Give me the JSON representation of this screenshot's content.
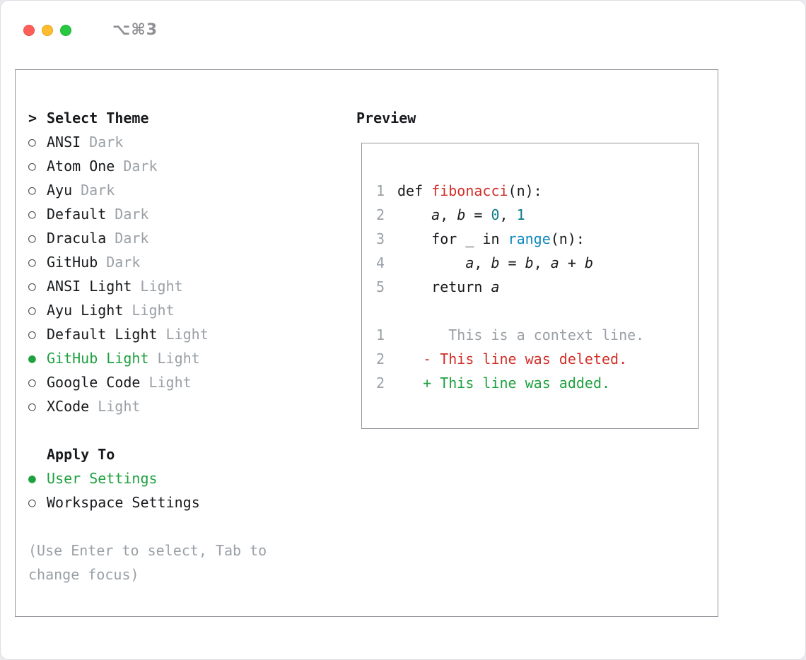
{
  "titlebar": {
    "shortcut": "⌥⌘3"
  },
  "glyphs": {
    "prompt": ">",
    "radio_unselected": "○",
    "radio_selected": "●"
  },
  "theme_picker": {
    "title": "Select Theme",
    "items": [
      {
        "name": "ANSI",
        "variant": "Dark",
        "selected": false
      },
      {
        "name": "Atom One",
        "variant": "Dark",
        "selected": false
      },
      {
        "name": "Ayu",
        "variant": "Dark",
        "selected": false
      },
      {
        "name": "Default",
        "variant": "Dark",
        "selected": false
      },
      {
        "name": "Dracula",
        "variant": "Dark",
        "selected": false
      },
      {
        "name": "GitHub",
        "variant": "Dark",
        "selected": false
      },
      {
        "name": "ANSI Light",
        "variant": "Light",
        "selected": false
      },
      {
        "name": "Ayu Light",
        "variant": "Light",
        "selected": false
      },
      {
        "name": "Default Light",
        "variant": "Light",
        "selected": false
      },
      {
        "name": "GitHub Light",
        "variant": "Light",
        "selected": true
      },
      {
        "name": "Google Code",
        "variant": "Light",
        "selected": false
      },
      {
        "name": "XCode",
        "variant": "Light",
        "selected": false
      }
    ],
    "apply_to": {
      "title": "Apply To",
      "options": [
        {
          "label": "User Settings",
          "selected": true
        },
        {
          "label": "Workspace Settings",
          "selected": false
        }
      ]
    },
    "hint_lines": [
      "(Use Enter to select, Tab to",
      "change focus)"
    ]
  },
  "preview": {
    "title": "Preview",
    "lines": [
      {
        "num": "1",
        "tokens": [
          {
            "t": "def ",
            "c": "plain"
          },
          {
            "t": "fibonacci",
            "c": "func"
          },
          {
            "t": "(n):",
            "c": "plain"
          }
        ]
      },
      {
        "num": "2",
        "tokens": [
          {
            "t": "    ",
            "c": "plain"
          },
          {
            "t": "a",
            "c": "var"
          },
          {
            "t": ", ",
            "c": "plain"
          },
          {
            "t": "b",
            "c": "var"
          },
          {
            "t": " = ",
            "c": "plain"
          },
          {
            "t": "0",
            "c": "num"
          },
          {
            "t": ", ",
            "c": "plain"
          },
          {
            "t": "1",
            "c": "num"
          }
        ]
      },
      {
        "num": "3",
        "tokens": [
          {
            "t": "    for _ in ",
            "c": "plain"
          },
          {
            "t": "range",
            "c": "builtin"
          },
          {
            "t": "(n):",
            "c": "plain"
          }
        ]
      },
      {
        "num": "4",
        "tokens": [
          {
            "t": "        ",
            "c": "plain"
          },
          {
            "t": "a",
            "c": "var"
          },
          {
            "t": ", ",
            "c": "plain"
          },
          {
            "t": "b",
            "c": "var"
          },
          {
            "t": " = ",
            "c": "plain"
          },
          {
            "t": "b",
            "c": "var"
          },
          {
            "t": ", ",
            "c": "plain"
          },
          {
            "t": "a",
            "c": "var"
          },
          {
            "t": " + ",
            "c": "plain"
          },
          {
            "t": "b",
            "c": "var"
          }
        ]
      },
      {
        "num": "5",
        "tokens": [
          {
            "t": "    return ",
            "c": "plain"
          },
          {
            "t": "a",
            "c": "var"
          }
        ]
      },
      {
        "num": "",
        "tokens": []
      },
      {
        "num": "1",
        "tokens": [
          {
            "t": "      This is a context line.",
            "c": "context"
          }
        ]
      },
      {
        "num": "2",
        "tokens": [
          {
            "t": "   - This line was deleted.",
            "c": "deleted"
          }
        ]
      },
      {
        "num": "2",
        "tokens": [
          {
            "t": "   + This line was added.",
            "c": "added"
          }
        ]
      }
    ]
  },
  "colors": {
    "page_bg": "#e9e9ee",
    "window_bg": "#ffffff",
    "panel_border": "#95959c",
    "text": "#17191c",
    "gray": "#9aa0a6",
    "marker": "#43474c",
    "accent_green": "#1ea13f",
    "code_red": "#cf3028",
    "code_teal": "#0e7a8a",
    "code_blue": "#0e87bd",
    "shortcut_gray": "#8e8e93",
    "traffic_red": "#ff5f57",
    "traffic_yellow": "#febc2e",
    "traffic_green": "#28c840"
  }
}
